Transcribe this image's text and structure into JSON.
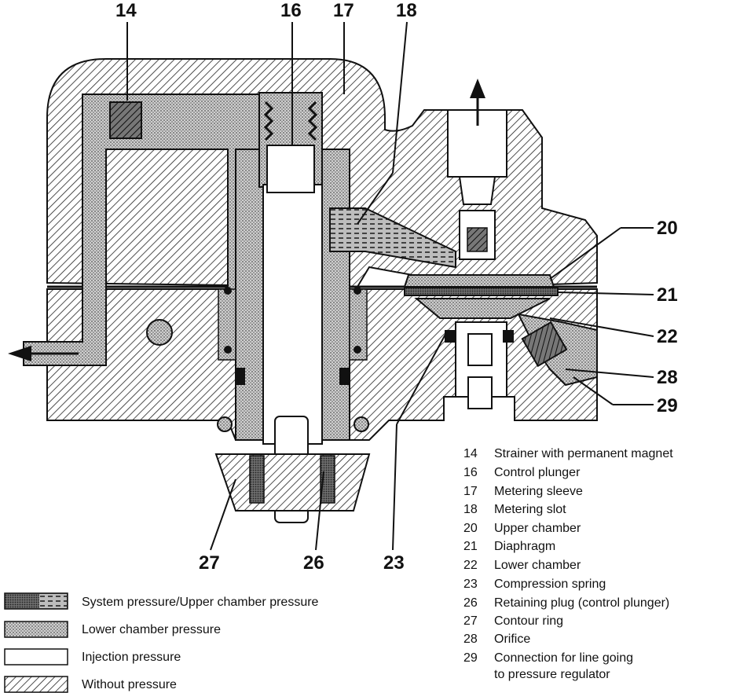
{
  "callouts": {
    "c14": "14",
    "c16": "16",
    "c17": "17",
    "c18": "18",
    "c20": "20",
    "c21": "21",
    "c22": "22",
    "c28": "28",
    "c29": "29",
    "c27": "27",
    "c26": "26",
    "c23": "23"
  },
  "key": [
    {
      "num": "14",
      "text": "Strainer with permanent magnet"
    },
    {
      "num": "16",
      "text": "Control plunger"
    },
    {
      "num": "17",
      "text": "Metering sleeve"
    },
    {
      "num": "18",
      "text": "Metering slot"
    },
    {
      "num": "20",
      "text": "Upper chamber"
    },
    {
      "num": "21",
      "text": "Diaphragm"
    },
    {
      "num": "22",
      "text": "Lower chamber"
    },
    {
      "num": "23",
      "text": "Compression spring"
    },
    {
      "num": "26",
      "text": "Retaining plug (control plunger)"
    },
    {
      "num": "27",
      "text": "Contour ring"
    },
    {
      "num": "28",
      "text": "Orifice"
    },
    {
      "num": "29",
      "text": "Connection for line going",
      "text2": "to pressure regulator"
    }
  ],
  "legend": [
    {
      "label": "System pressure/Upper chamber pressure"
    },
    {
      "label": "Lower chamber pressure"
    },
    {
      "label": "Injection pressure"
    },
    {
      "label": "Without pressure"
    }
  ]
}
